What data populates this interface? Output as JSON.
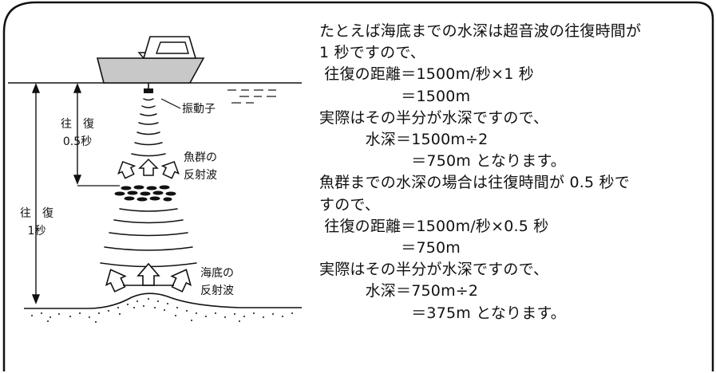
{
  "diagram": {
    "transducer_label": "振動子",
    "fish_echo_label": [
      "魚群の",
      "反射波"
    ],
    "seabed_echo_label": [
      "海底の",
      "反射波"
    ],
    "short_interval_label": [
      "往　復",
      "0.5秒"
    ],
    "long_interval_label": [
      "往　復",
      "1秒"
    ]
  },
  "explanation": {
    "lines": [
      "たとえば海底までの水深は超音波の往復時間が",
      "1 秒ですので、",
      " 往復の距離＝1500m/秒×1 秒",
      "　　　　　 ＝1500m",
      "実際はその半分が水深ですので、",
      "　　　水深＝1500m÷2",
      "　　　　　　＝750m となります。",
      "魚群までの水深の場合は往復時間が 0.5 秒で",
      "すので、",
      " 往復の距離＝1500m/秒×0.5 秒",
      "　　　　　 ＝750m",
      "実際はその半分が水深ですので、",
      "　　　水深＝750m÷2",
      "　　　　　　＝375m となります。"
    ]
  }
}
